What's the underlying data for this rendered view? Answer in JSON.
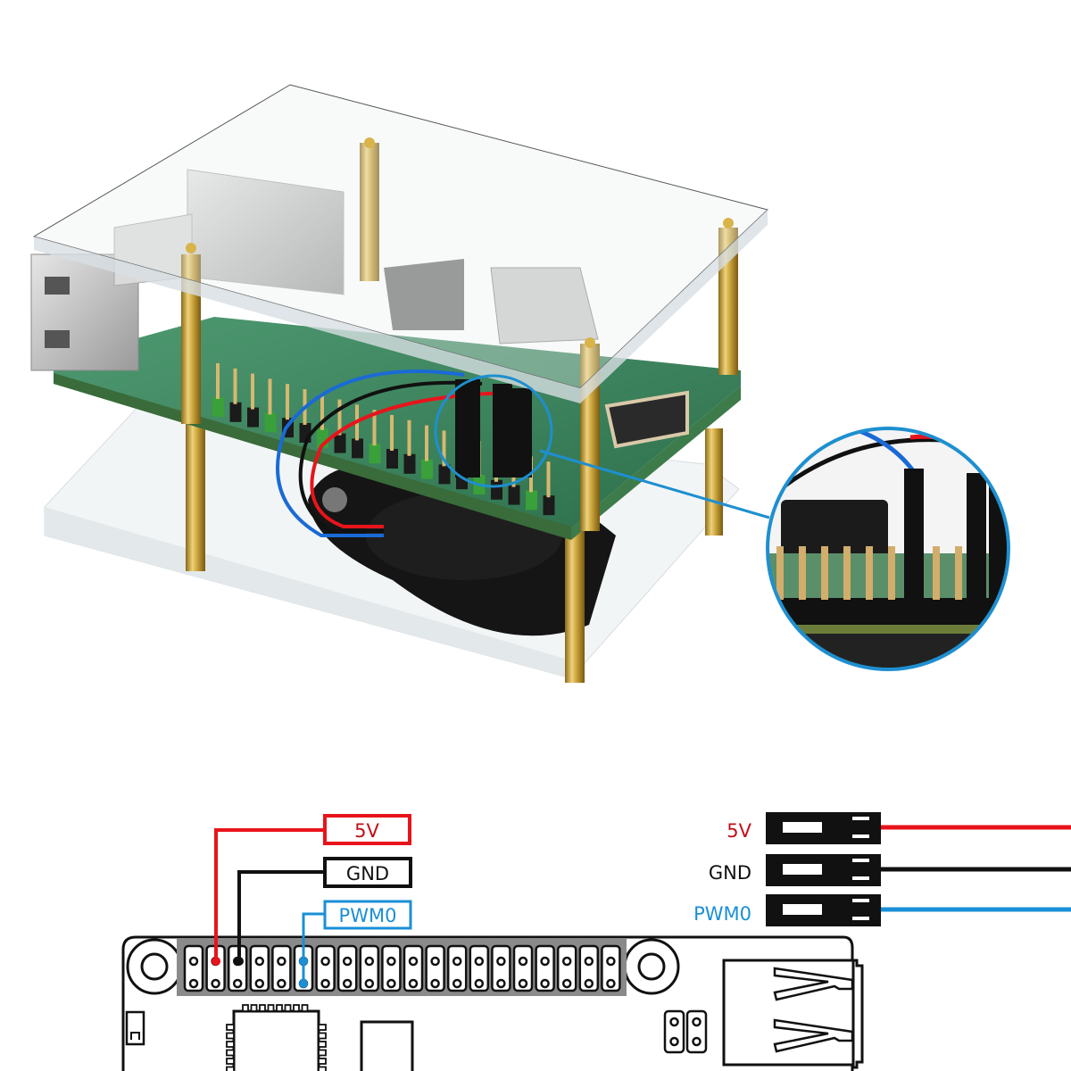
{
  "product": {
    "description": "Raspberry Pi in two-layer acrylic case with cooling fan",
    "magnifier_caption": "fan connector plugged into GPIO header"
  },
  "colors": {
    "red_wire": "#e8141b",
    "black_wire": "#111111",
    "blue_wire": "#1a8fd6",
    "label_red_text": "#c0101a",
    "label_blue_text": "#1a8fd6",
    "callout_blue": "#1e8fd0",
    "brass": "#c9a23a",
    "pcb_green": "#2f7d55",
    "header_gray": "#8a8a8a"
  },
  "wiring": {
    "board_labels": [
      {
        "id": "5v",
        "text": "5V",
        "pin_column": 2,
        "pin_row": "top"
      },
      {
        "id": "gnd",
        "text": "GND",
        "pin_column": 3,
        "pin_row": "top"
      },
      {
        "id": "pwm0",
        "text": "PWM0",
        "pin_column": 6,
        "pin_row": "bottom"
      }
    ],
    "connector_labels": [
      {
        "id": "5v",
        "text": "5V"
      },
      {
        "id": "gnd",
        "text": "GND"
      },
      {
        "id": "pwm0",
        "text": "PWM0"
      }
    ],
    "header_columns": 20,
    "header_rows": 2,
    "small_header_columns": 2
  }
}
